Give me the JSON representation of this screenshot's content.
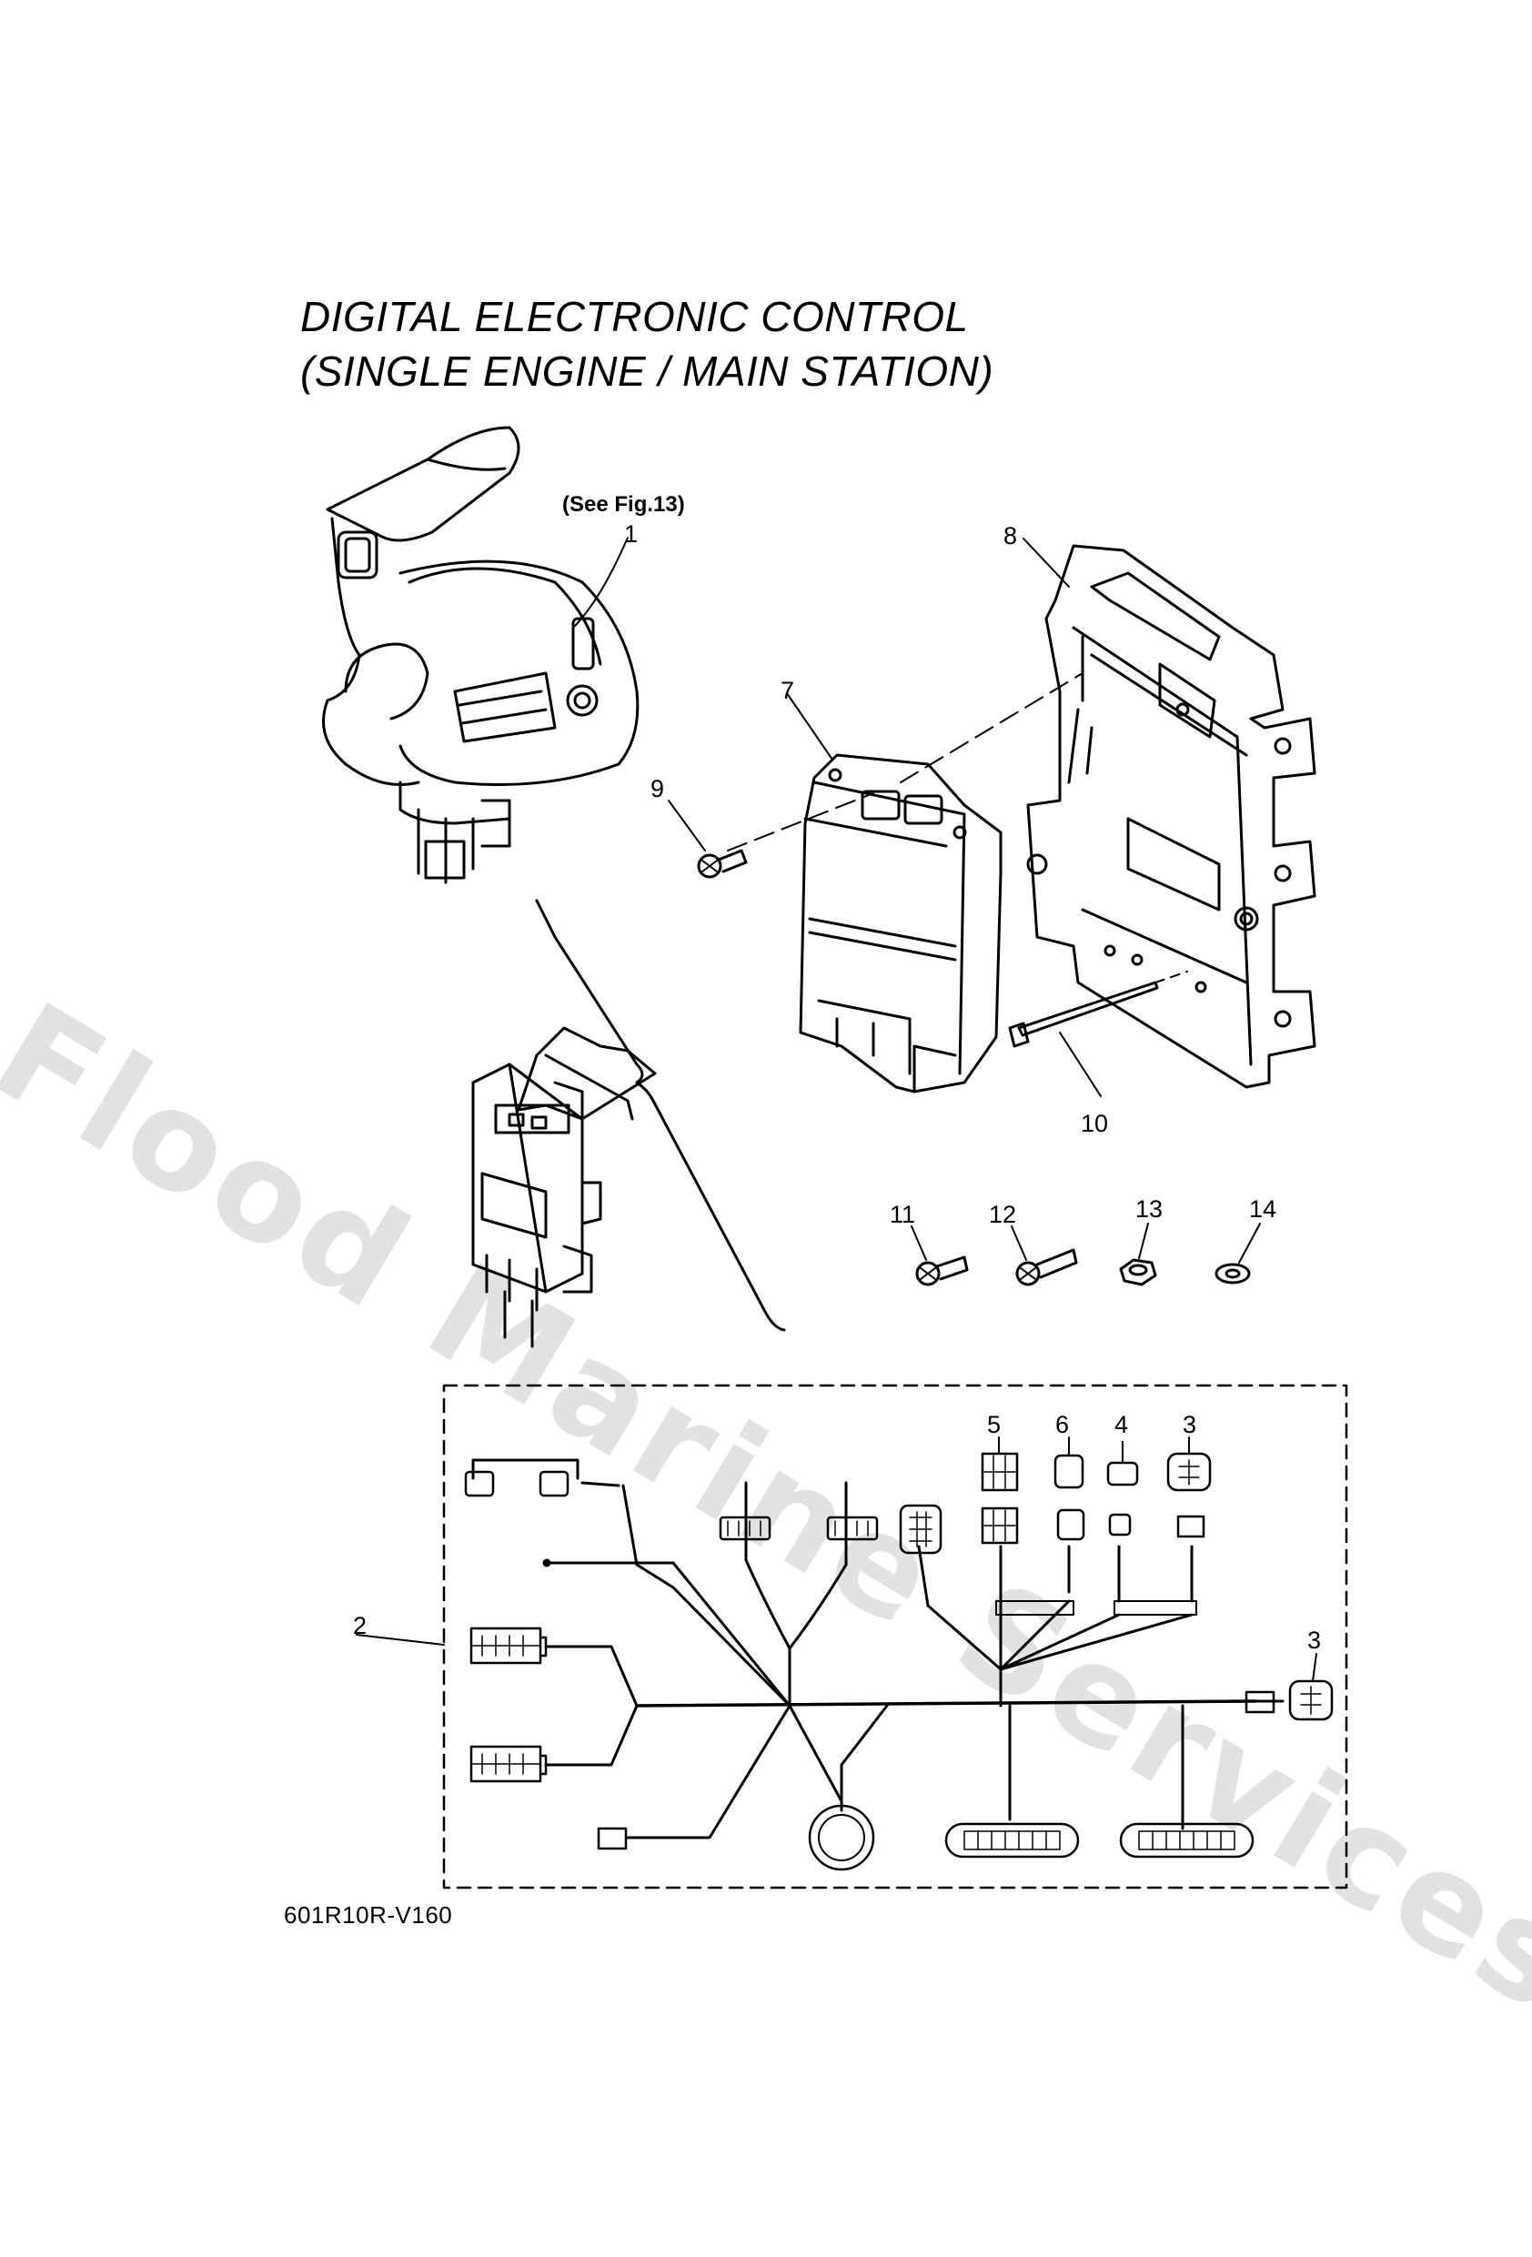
{
  "title": {
    "line1": "DIGITAL ELECTRONIC CONTROL",
    "line2": "(SINGLE ENGINE / MAIN STATION)"
  },
  "watermark": "Flood Marine Services",
  "reference_note": "(See Fig.13)",
  "diagram_code": "601R10R-V160",
  "callouts": {
    "c1": "1",
    "c2": "2",
    "c3a": "3",
    "c3b": "3",
    "c4": "4",
    "c5": "5",
    "c6": "6",
    "c7": "7",
    "c8": "8",
    "c9": "9",
    "c10": "10",
    "c11": "11",
    "c12": "12",
    "c13": "13",
    "c14": "14"
  },
  "colors": {
    "ink": "#000000",
    "watermark": "#e2e2e2",
    "background": "#ffffff"
  }
}
